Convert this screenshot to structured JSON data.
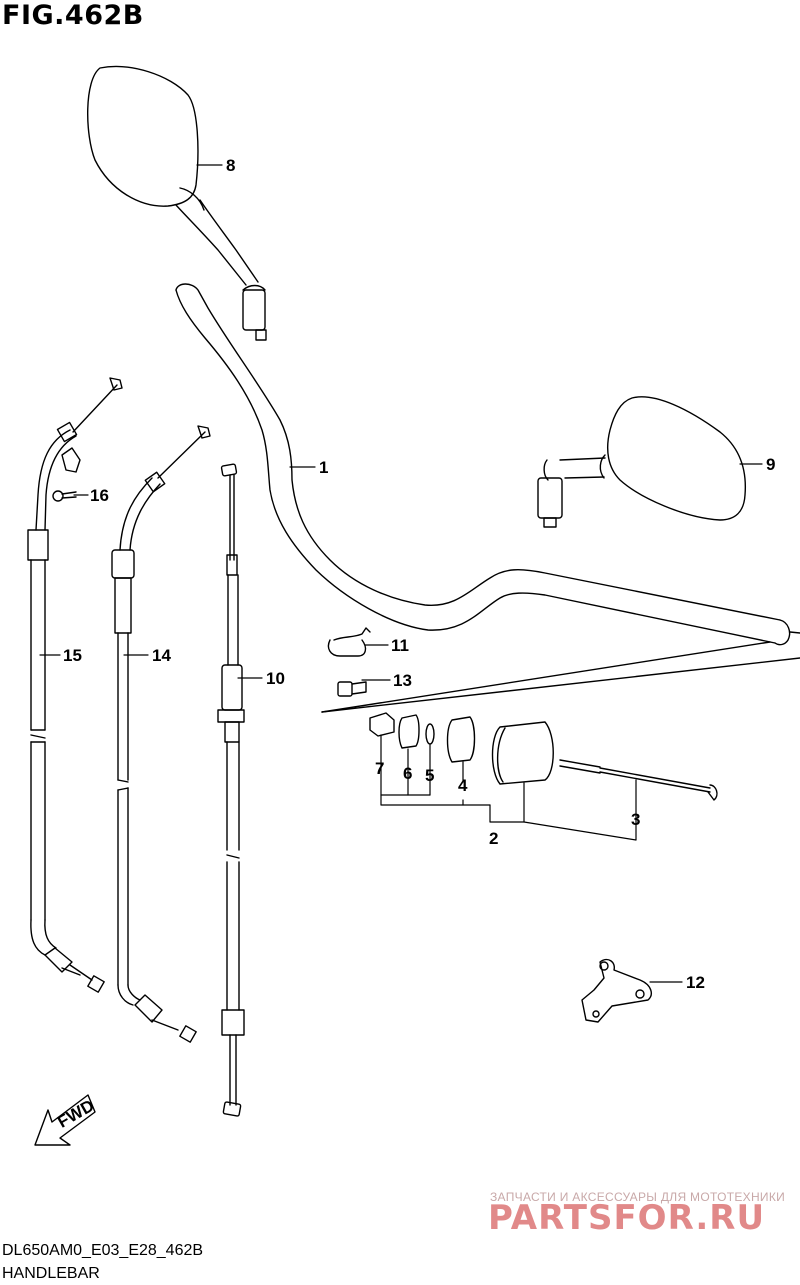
{
  "header": {
    "figure": "FIG.462B"
  },
  "footer": {
    "code": "DL650AM0_E03_E28_462B",
    "caption": "HANDLEBAR"
  },
  "parts": [
    "1",
    "2",
    "3",
    "4",
    "5",
    "6",
    "7",
    "8",
    "9",
    "10",
    "11",
    "12",
    "13",
    "14",
    "15",
    "16"
  ],
  "fwd": "FWD",
  "watermark": {
    "tagline": "ЗАПЧАСТИ И АКСЕССУАРЫ ДЛЯ МОТОТЕХНИКИ",
    "logo": "PARTSFOR.RU"
  },
  "colors": {
    "line": "#000000",
    "background": "#ffffff",
    "watermark": "#c83030"
  }
}
